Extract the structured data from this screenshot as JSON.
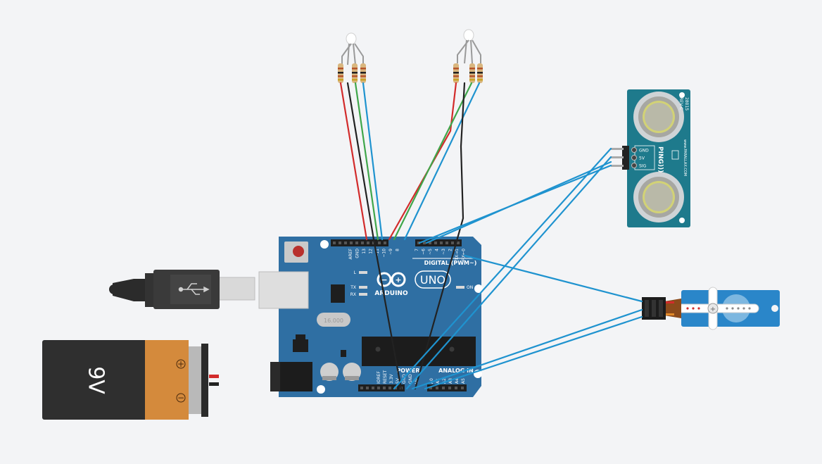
{
  "arduino": {
    "brand": "ARDUINO",
    "model": "UNO",
    "digital_label": "DIGITAL (PWM~)",
    "power_label": "POWER",
    "analog_label": "ANALOG IN",
    "on_label": "ON",
    "led_l": "L",
    "led_tx": "TX",
    "led_rx": "RX",
    "digital_pins": [
      "AREF",
      "GND",
      "13",
      "12",
      "~11",
      "~10",
      "~9",
      "8",
      "7",
      "~6",
      "~5",
      "4",
      "~3",
      "2",
      "TX→1",
      "RX←0"
    ],
    "power_pins": [
      "IOREF",
      "RESET",
      "3.3V",
      "5V",
      "GND",
      "GND",
      "Vin"
    ],
    "analog_pins": [
      "A0",
      "A1",
      "A2",
      "A3",
      "A4",
      "A5"
    ],
    "crystal_label": "16.000"
  },
  "battery": {
    "label": "9V",
    "plus": "+",
    "minus": "−"
  },
  "ping_sensor": {
    "logo": "PING)))",
    "pins": [
      "GND",
      "5V",
      "SIG"
    ],
    "rev": "REV C",
    "part": "28015",
    "url": "www.PARALLAX.COM"
  },
  "colors": {
    "board": "#2f6fa3",
    "wire_blue": "#1f93cf",
    "wire_red": "#d22b2b",
    "wire_green": "#3fa64a",
    "wire_black": "#222222",
    "sensor_board": "#1e7a8c",
    "servo": "#2a86c9",
    "battery_body": "#2f2f2f",
    "battery_cap": "#d48a3c"
  }
}
